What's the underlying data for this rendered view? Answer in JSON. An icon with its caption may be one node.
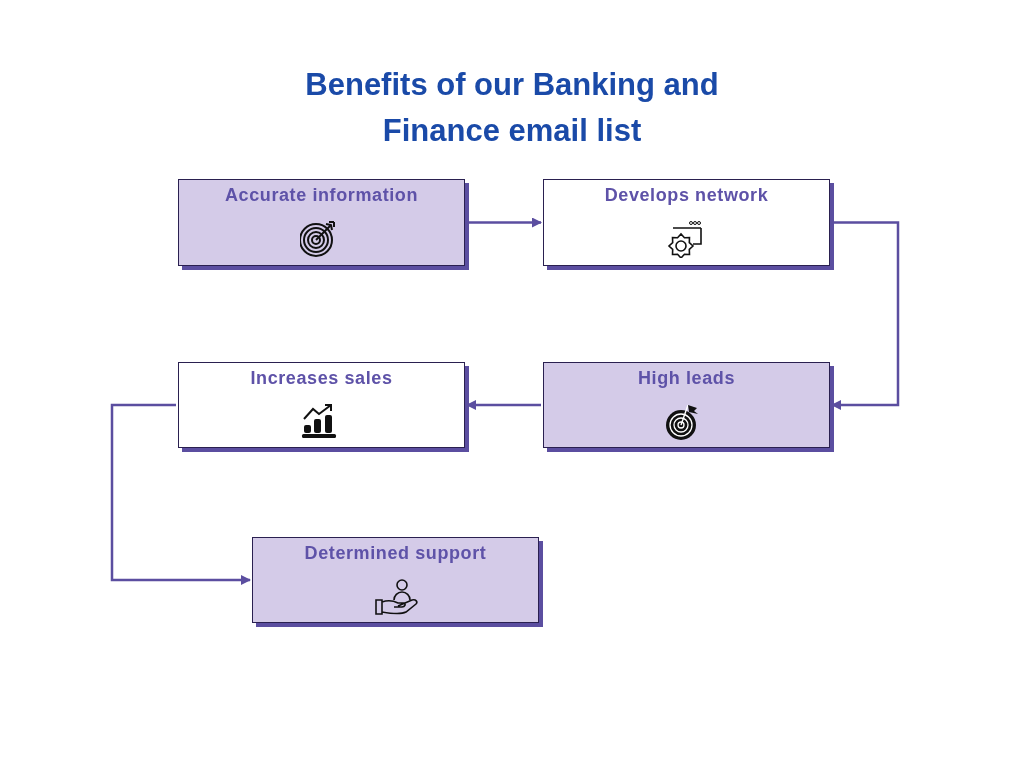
{
  "diagram": {
    "title": "Benefits of our Banking and Finance email list",
    "nodes": [
      {
        "text": [
          "Accurate information"
        ]
      },
      {
        "text": [
          "Develops network"
        ]
      },
      {
        "text": [
          "High leads"
        ]
      },
      {
        "text": [
          "Increases sales"
        ]
      },
      {
        "text": [
          "Determined support"
        ]
      }
    ],
    "edges": [
      {
        "from": 0,
        "to": 1,
        "arrow": "to"
      },
      {
        "from": 1,
        "to": 2,
        "arrow": "to"
      },
      {
        "from": 2,
        "to": 3,
        "arrow": "to"
      },
      {
        "from": 3,
        "to": 4,
        "arrow": "to"
      }
    ]
  }
}
